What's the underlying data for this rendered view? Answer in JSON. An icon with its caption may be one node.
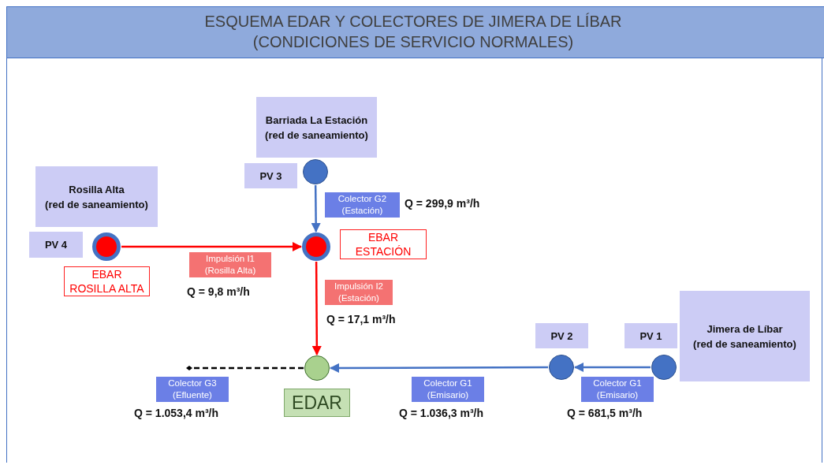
{
  "diagram": {
    "title": "ESQUEMA EDAR Y COLECTORES DE JIMERA DE LÍBAR (CONDICIONES DE SERVICIO NORMALES)",
    "nodes": [
      {
        "text": [
          "Barriada La Estación",
          "(red de saneamiento)"
        ]
      },
      {
        "text": [
          "PV 3"
        ]
      },
      {
        "text": [],
        "shape": "circle"
      },
      {
        "text": [
          "Rosilla Alta",
          "(red de saneamiento)"
        ]
      },
      {
        "text": [
          "PV 4"
        ]
      },
      {
        "text": [],
        "shape": "circle"
      },
      {
        "text": [
          "EBAR ROSILLA ALTA"
        ]
      },
      {
        "text": [],
        "shape": "circle"
      },
      {
        "text": [
          "EBAR ESTACIÓN"
        ]
      },
      {
        "text": [],
        "shape": "circle"
      },
      {
        "text": [
          "EDAR"
        ]
      },
      {
        "text": [
          "PV 2"
        ]
      },
      {
        "text": [],
        "shape": "circle"
      },
      {
        "text": [
          "PV 1"
        ]
      },
      {
        "text": [],
        "shape": "circle"
      },
      {
        "text": [
          "Jimera de Líbar",
          "(red de saneamiento)"
        ]
      }
    ],
    "edges": [
      {
        "from": 2,
        "to": 7,
        "arrow": "to",
        "label": "Colector G2 (Estación)"
      },
      {
        "from": 5,
        "to": 7,
        "arrow": "to",
        "label": "Impulsión I1 (Rosilla Alta)",
        "color": "#ff0000"
      },
      {
        "from": 7,
        "to": 9,
        "arrow": "to",
        "label": "Impulsión I2 (Estación)",
        "color": "#ff0000"
      },
      {
        "from": 12,
        "to": 9,
        "arrow": "to",
        "label": "Colector G1 (Emisario)"
      },
      {
        "from": 14,
        "to": 12,
        "arrow": "to",
        "label": "Colector G1 (Emisario)"
      },
      {
        "from": 9,
        "to": null,
        "arrow": "other",
        "label": "Colector G3 (Efluente)",
        "style": "dashed",
        "color": "#000000"
      }
    ],
    "labels": [
      "Q = 299,9 m³/h",
      "Q = 9,8 m³/h",
      "Q = 17,1 m³/h",
      "Q = 1.053,4 m³/h",
      "Q = 1.036,3 m³/h",
      "Q = 681,5 m³/h"
    ]
  }
}
